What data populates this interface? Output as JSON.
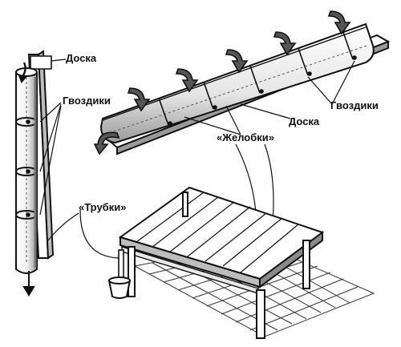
{
  "labels": {
    "doska_left": "Доска",
    "gvozdiki_left": "Гвоздики",
    "trubki": "«Трубки»",
    "gvozdiki_right": "Гвоздики",
    "doska_right": "Доска",
    "zhelobki": "«Желобки»"
  },
  "colors": {
    "ink": "#111111",
    "shade": "#8a8a8a",
    "background": "#ffffff"
  }
}
